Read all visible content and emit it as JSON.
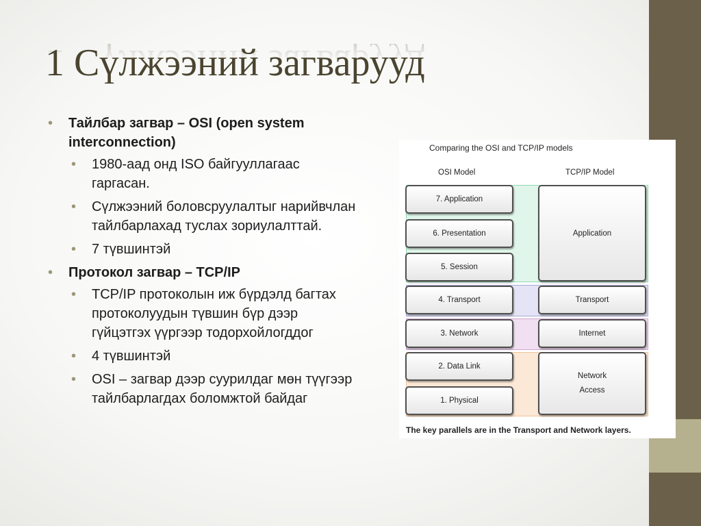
{
  "slide": {
    "title": "1 Сүлжээний загварууд",
    "bullets": [
      {
        "text": "Тайлбар загвар – OSI (open system interconnection)",
        "sub": [
          "1980-аад онд ISO байгууллагаас гаргасан.",
          "Сүлжээний боловсруулалтыг нарийвчлан тайлбарлахад туслах зориулалттай.",
          "7 түвшинтэй"
        ]
      },
      {
        "text": "Протокол загвар – TCP/IP",
        "sub": [
          "TCP/IP протоколын иж бүрдэлд багтах протоколуудын түвшин бүр дээр гүйцэтгэх үүргээр тодорхойлогддог",
          "4 түвшинтэй",
          "OSI – загвар дээр суурилдаг мөн түүгээр тайлбарлагдах боломжтой байдаг"
        ]
      }
    ]
  },
  "diagram": {
    "title": "Comparing the OSI and TCP/IP models",
    "osi_heading": "OSI Model",
    "tcpip_heading": "TCP/IP Model",
    "osi_layers": [
      "7. Application",
      "6. Presentation",
      "5. Session",
      "4. Transport",
      "3. Network",
      "2. Data Link",
      "1. Physical"
    ],
    "tcpip_layers": [
      "Application",
      "Transport",
      "Internet",
      "Network Access"
    ],
    "caption": "The key parallels are in the Transport and Network layers.",
    "colors": {
      "application_band": "#e0f6ea",
      "transport_band": "#e4e4f6",
      "network_band": "#f1e0f1",
      "access_band": "#fbe8d6"
    }
  },
  "theme": {
    "side_band": "#6b6049",
    "side_accent": "#b5b08d",
    "bullet_color": "#9c9577"
  }
}
